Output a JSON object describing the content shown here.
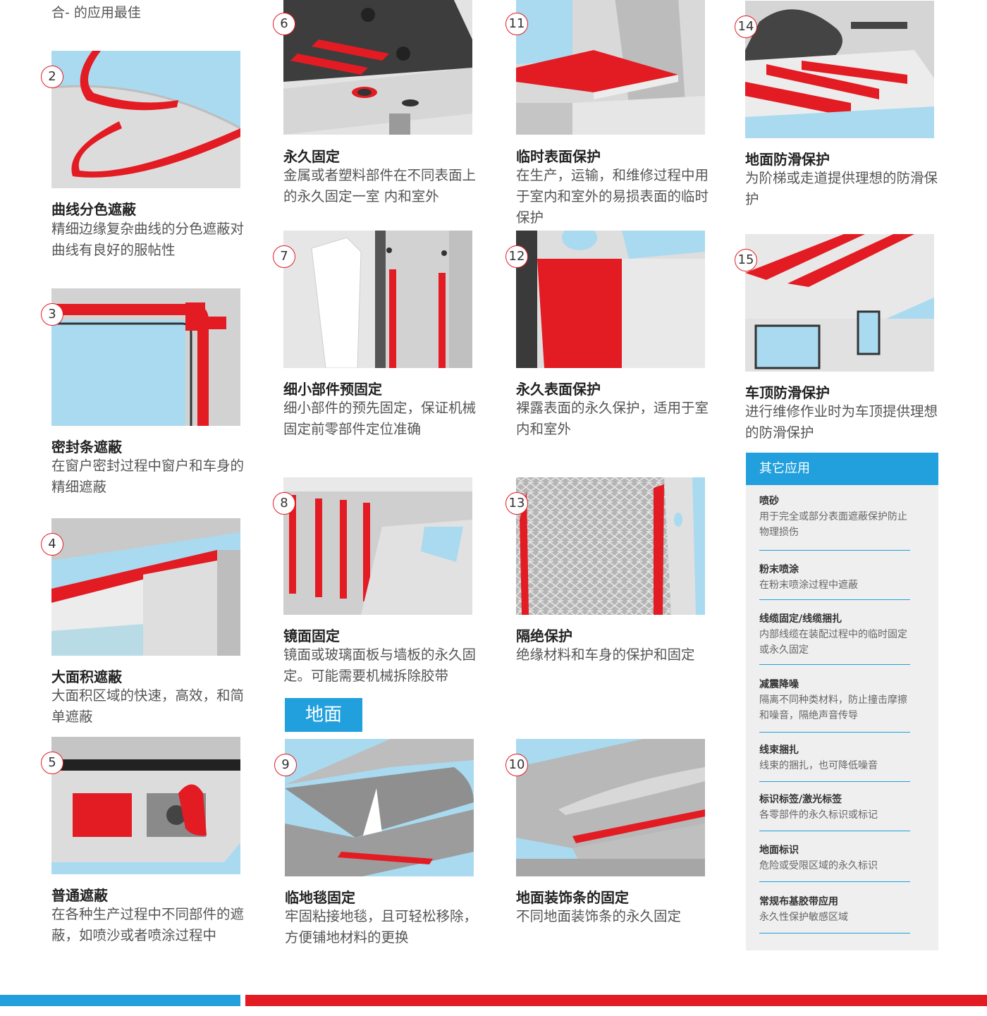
{
  "lead_text": "合- 的应用最佳",
  "cards": [
    {
      "num": "2",
      "title": "曲线分色遮蔽",
      "desc": "精细边缘复杂曲线的分色遮蔽对曲线有良好的服帖性"
    },
    {
      "num": "3",
      "title": "密封条遮蔽",
      "desc": "在窗户密封过程中窗户和车身的精细遮蔽"
    },
    {
      "num": "4",
      "title": "大面积遮蔽",
      "desc": "大面积区域的快速，高效，和简单遮蔽"
    },
    {
      "num": "5",
      "title": "普通遮蔽",
      "desc": "在各种生产过程中不同部件的遮蔽，如喷沙或者喷涂过程中"
    },
    {
      "num": "6",
      "title": "永久固定",
      "desc": "金属或者塑料部件在不同表面上的永久固定一室 内和室外"
    },
    {
      "num": "7",
      "title": "细小部件预固定",
      "desc": "细小部件的预先固定，保证机械固定前零部件定位准确"
    },
    {
      "num": "8",
      "title": "镜面固定",
      "desc": "镜面或玻璃面板与墙板的永久固定。可能需要机械拆除胶带"
    },
    {
      "num": "9",
      "title": "临地毯固定",
      "desc": "牢固粘接地毯，且可轻松移除，方便铺地材料的更换"
    },
    {
      "num": "11",
      "title": "临时表面保护",
      "desc": "在生产，运输，和维修过程中用于室内和室外的易损表面的临时保护"
    },
    {
      "num": "12",
      "title": "永久表面保护",
      "desc": "裸露表面的永久保护，适用于室内和室外"
    },
    {
      "num": "13",
      "title": "隔绝保护",
      "desc": "绝缘材料和车身的保护和固定"
    },
    {
      "num": "10",
      "title": "地面装饰条的固定",
      "desc": "不同地面装饰条的永久固定"
    },
    {
      "num": "14",
      "title": "地面防滑保护",
      "desc": "为阶梯或走道提供理想的防滑保护"
    },
    {
      "num": "15",
      "title": "车顶防滑保护",
      "desc": "进行维修作业时为车顶提供理想的防滑保护"
    }
  ],
  "floor_section_label": "地面",
  "other_apps": {
    "header": "其它应用",
    "items": [
      {
        "title": "喷砂",
        "desc": "用于完全或部分表面遮蔽保护防止物理损伤"
      },
      {
        "title": "粉末喷涂",
        "desc": "在粉末喷涂过程中遮蔽"
      },
      {
        "title": "线缆固定/线缆捆扎",
        "desc": "内部线缆在装配过程中的临时固定或永久固定"
      },
      {
        "title": "减震降噪",
        "desc": "隔离不同种类材料，防止撞击摩擦和噪音，隔绝声音传导"
      },
      {
        "title": "线束捆扎",
        "desc": "线束的捆扎，也可降低噪音"
      },
      {
        "title": "标识标签/激光标签",
        "desc": "各零部件的永久标识或标记"
      },
      {
        "title": "地面标识",
        "desc": "危险或受限区域的永久标识"
      },
      {
        "title": "常规布基胶带应用",
        "desc": "永久性保护敏感区域"
      }
    ]
  },
  "colors": {
    "accent_blue": "#21a0dd",
    "accent_red": "#e31b23"
  }
}
